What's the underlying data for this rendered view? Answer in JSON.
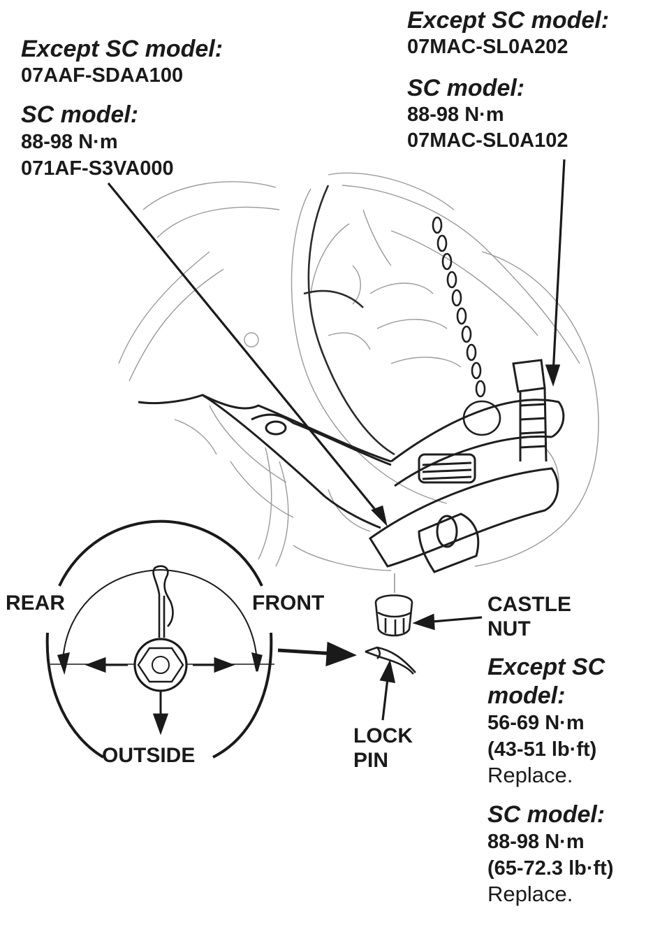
{
  "tool_left": {
    "except_title": "Except SC model:",
    "except_code": "07AAF-SDAA100",
    "sc_title": "SC model:",
    "sc_torque": "88-98 N·m",
    "sc_code": "071AF-S3VA000"
  },
  "tool_right": {
    "except_title": "Except SC model:",
    "except_code": "07MAC-SL0A202",
    "sc_title": "SC model:",
    "sc_torque": "88-98 N·m",
    "sc_code": "07MAC-SL0A102"
  },
  "compass": {
    "rear": "REAR",
    "front": "FRONT",
    "outside": "OUTSIDE"
  },
  "castle_nut": {
    "line1": "CASTLE",
    "line2": "NUT"
  },
  "lock_pin": {
    "line1": "LOCK",
    "line2": "PIN"
  },
  "torque_specs": {
    "except_line1": "Except SC",
    "except_line2": "model:",
    "except_nm": "56-69 N·m",
    "except_lbft": "(43-51 lb·ft)",
    "except_action": "Replace.",
    "sc_title": "SC model:",
    "sc_nm": "88-98 N·m",
    "sc_lbft": "(65-72.3 lb·ft)",
    "sc_action": "Replace."
  }
}
